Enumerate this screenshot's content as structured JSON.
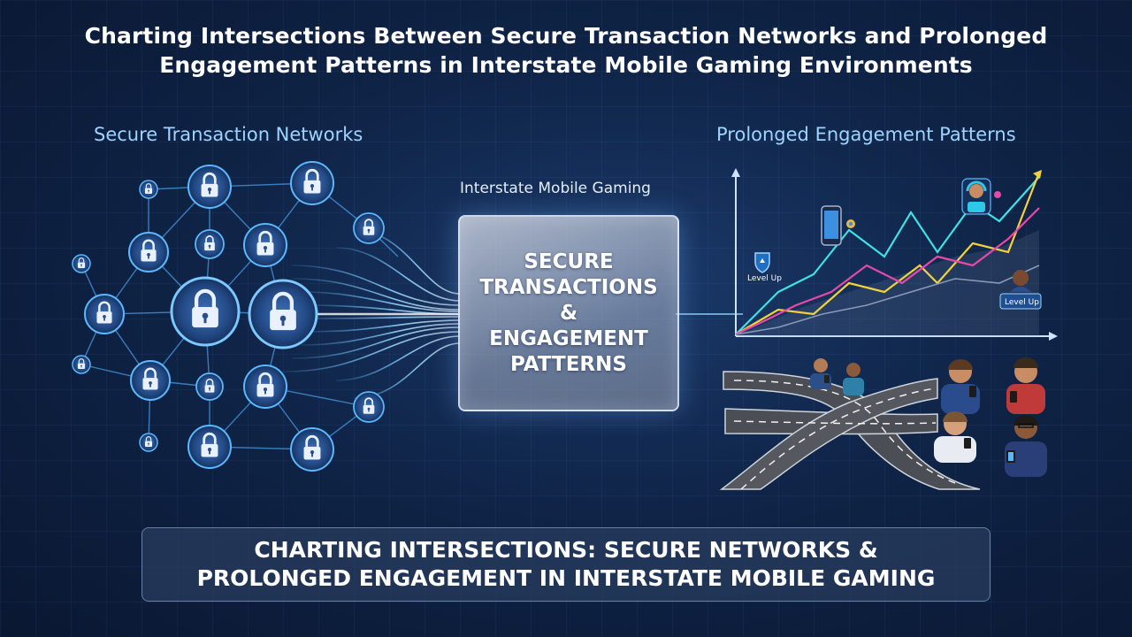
{
  "title": {
    "line1": "Charting Intersections Between Secure Transaction Networks and Prolonged",
    "line2": "Engagement Patterns in Interstate Mobile Gaming Environments"
  },
  "left_section": {
    "label": "Secure Transaction Networks"
  },
  "center": {
    "label": "Interstate Mobile Gaming",
    "box_lines": [
      "SECURE",
      "TRANSACTIONS",
      "&",
      "ENGAGEMENT",
      "PATTERNS"
    ]
  },
  "right_section": {
    "label": "Prolonged Engagement Patterns",
    "badges": [
      "Level Up",
      "Level Up"
    ]
  },
  "banner": {
    "line1": "CHARTING INTERSECTIONS: SECURE NETWORKS &",
    "line2": "PROLONGED ENGAGEMENT IN INTERSTATE MOBILE GAMING"
  },
  "icons": [
    "lock-icon",
    "smartphone-icon",
    "gamer-headset-icon",
    "player-avatar-icon",
    "road-intersection-icon"
  ],
  "colors": {
    "accent_blue": "#5ab8ff",
    "line_cyan": "#3fe0e6",
    "line_yellow": "#f2d23a",
    "line_pink": "#e44aa8",
    "background": "#0f2447"
  }
}
